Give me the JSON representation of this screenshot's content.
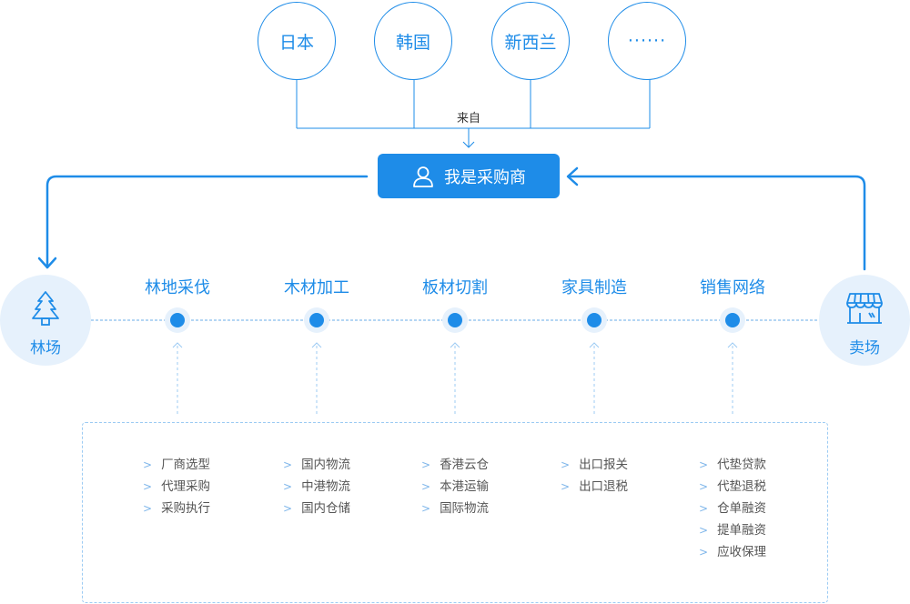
{
  "countries": [
    "日本",
    "韩国",
    "新西兰",
    "······"
  ],
  "from_label": "来自",
  "buyer": {
    "label": "我是采购商",
    "icon": "user-icon"
  },
  "forest": {
    "label": "林场",
    "icon": "tree-icon"
  },
  "market": {
    "label": "卖场",
    "icon": "store-icon"
  },
  "stages": [
    {
      "label": "林地采伐",
      "services": [
        "厂商选型",
        "代理采购",
        "采购执行"
      ]
    },
    {
      "label": "木材加工",
      "services": [
        "国内物流",
        "中港物流",
        "国内仓储"
      ]
    },
    {
      "label": "板材切割",
      "services": [
        "香港云仓",
        "本港运输",
        "国际物流"
      ]
    },
    {
      "label": "家具制造",
      "services": [
        "出口报关",
        "出口退税"
      ]
    },
    {
      "label": "销售网络",
      "services": [
        "代垫贷款",
        "代垫退税",
        "仓单融资",
        "提单融资",
        "应收保理"
      ]
    }
  ],
  "colors": {
    "accent": "#1e8ce8",
    "light": "#e6f1fc",
    "dashed": "#9ccbf3"
  }
}
